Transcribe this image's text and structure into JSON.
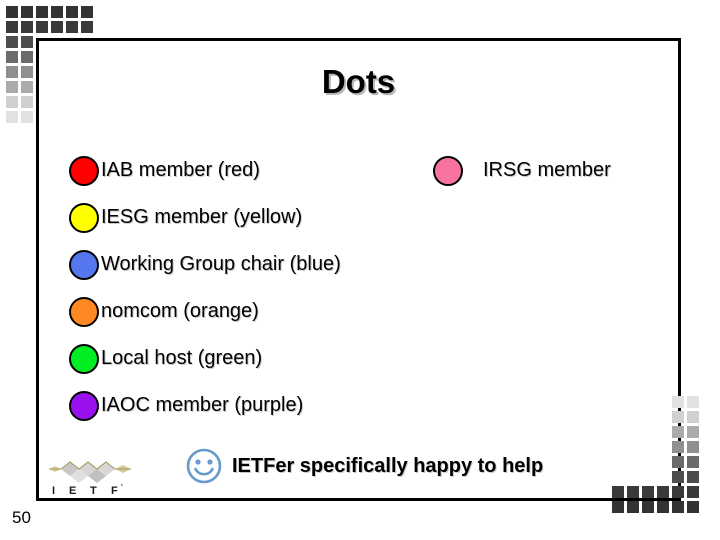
{
  "slide": {
    "title": "Dots",
    "page_number": "50",
    "frame_color": "#000000",
    "background": "#ffffff"
  },
  "legend": {
    "left_column": [
      {
        "label": "IAB member (red)",
        "color": "#FF0000",
        "icon": "dot-icon",
        "name": "legend-dot-iab"
      },
      {
        "label": "IESG member (yellow)",
        "color": "#FFFF00",
        "icon": "dot-icon",
        "name": "legend-dot-iesg"
      },
      {
        "label": "Working Group chair (blue)",
        "color": "#5577EE",
        "icon": "dot-icon",
        "name": "legend-dot-wg-chair"
      },
      {
        "label": "nomcom (orange)",
        "color": "#FF8822",
        "icon": "dot-icon",
        "name": "legend-dot-nomcom"
      },
      {
        "label": "Local host (green)",
        "color": "#00EE22",
        "icon": "dot-icon",
        "name": "legend-dot-local-host"
      },
      {
        "label": "IAOC member (purple)",
        "color": "#9911EE",
        "icon": "dot-icon",
        "name": "legend-dot-iaoc"
      }
    ],
    "right_column": [
      {
        "label": "IRSG member",
        "color": "#F8739E",
        "icon": "dot-icon",
        "name": "legend-dot-irsg"
      }
    ]
  },
  "happy_note": {
    "label": "IETFer specifically happy to help",
    "icon": "smiley-face-icon",
    "icon_color": "#6699CC"
  },
  "logo": {
    "wordmark": "I  E  T  F",
    "name": "ietf-logo",
    "diamond_colors": [
      "#C8C8C8",
      "#E8E8E8",
      "#B0B0B0",
      "#D4CC9A"
    ]
  },
  "decoration": {
    "top_left_grid": {
      "columns": 6,
      "rows": 8,
      "cell": 15,
      "square": 12,
      "shades": [
        "#333333",
        "#3a3a3a",
        "#4d4d4d",
        "#6b6b6b",
        "#8f8f8f",
        "#ababab",
        "#d0d0d0",
        "#e2e2e2"
      ],
      "shape": "staircase-descending"
    },
    "bottom_right_grid": {
      "columns": 6,
      "rows": 8,
      "cell": 15,
      "square": 12,
      "shades": [
        "#e2e2e2",
        "#d0d0d0",
        "#ababab",
        "#8f8f8f",
        "#6b6b6b",
        "#4d4d4d",
        "#3a3a3a",
        "#333333"
      ],
      "shape": "staircase-ascending"
    }
  }
}
